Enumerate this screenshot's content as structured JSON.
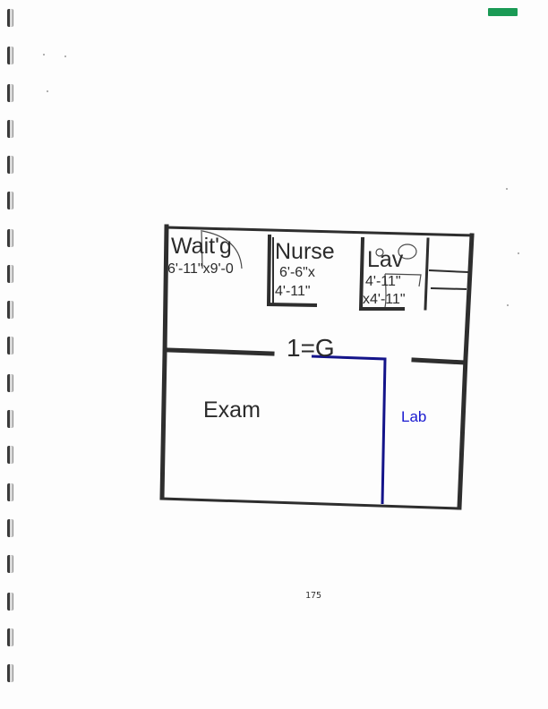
{
  "rooms": {
    "waiting": {
      "name": "Wait'g",
      "dims": "6'-11\"x9'-0"
    },
    "nurse": {
      "name": "Nurse",
      "dims_line1": "6'-6\"x",
      "dims_line2": "4'-11\""
    },
    "lav": {
      "name": "Lav",
      "dims_line1": "4'-11\"",
      "dims_line2": "x4'-11\""
    },
    "exam": {
      "name": "Exam"
    },
    "lab": {
      "name": "Lab"
    }
  },
  "floor_id": "1=G",
  "page_number": "175",
  "colors": {
    "wall": "#2e2e2e",
    "annotation_line": "#14148a",
    "lab_label": "#1a1ad0",
    "tab": "#1a9a55"
  }
}
